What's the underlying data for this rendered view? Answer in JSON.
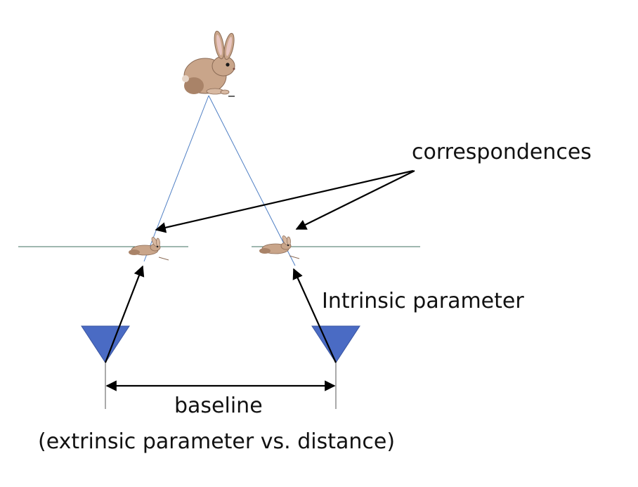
{
  "labels": {
    "correspondences": "correspondences",
    "intrinsic": "Intrinsic parameter",
    "baseline": "baseline",
    "extrinsic_note": "(extrinsic parameter vs. distance)"
  },
  "colors": {
    "ray": "#4f7fc4",
    "image_plane": "#3f6f5f",
    "camera_fill": "#4a6bc4",
    "arrow": "#000000",
    "rabbit_fur": "#c9a58a",
    "rabbit_shade": "#a98368"
  },
  "icons": {
    "object": "rabbit-icon",
    "camera": "camera-triangle-icon"
  }
}
